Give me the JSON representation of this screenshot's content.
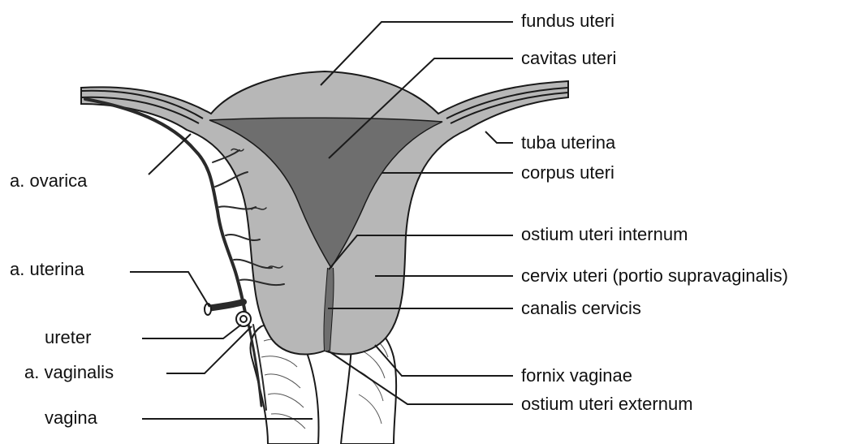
{
  "labels": {
    "fundus_uteri": "fundus uteri",
    "cavitas_uteri": "cavitas uteri",
    "tuba_uterina": "tuba uterina",
    "corpus_uteri": "corpus uteri",
    "ostium_uteri_internum": "ostium uteri internum",
    "cervix_uteri": "cervix uteri (portio supravaginalis)",
    "canalis_cervicis": "canalis cervicis",
    "fornix_vaginae": "fornix vaginae",
    "ostium_uteri_externum": "ostium uteri externum",
    "a_ovarica": "a. ovarica",
    "a_uterina": "a. uterina",
    "ureter": "ureter",
    "a_vaginalis": "a. vaginalis",
    "vagina": "vagina"
  },
  "colors": {
    "uterus_wall": "#b7b7b7",
    "cavity": "#6e6e6e",
    "outline": "#1a1a1a",
    "vagina_fill": "#ffffff",
    "vessel": "#2a2a2a"
  }
}
